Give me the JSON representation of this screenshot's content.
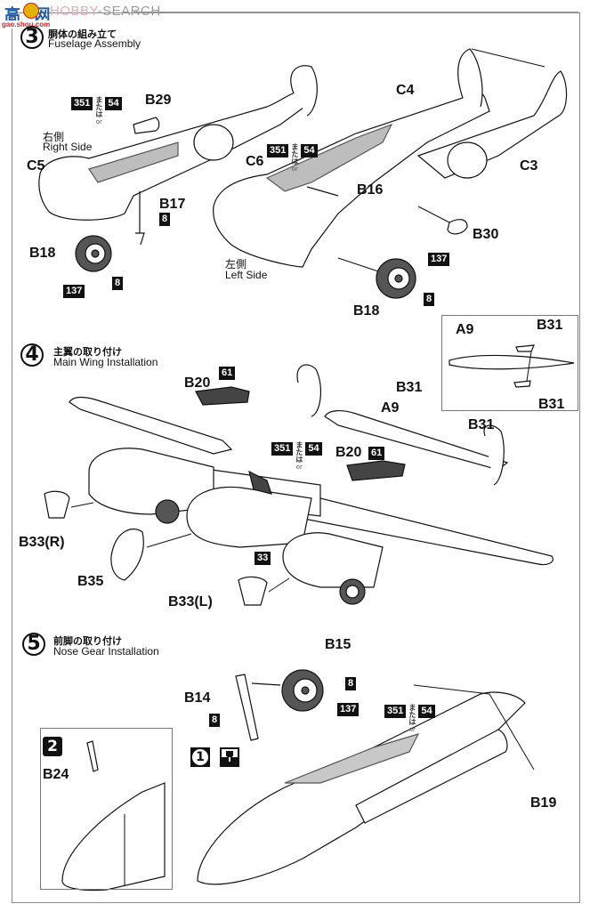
{
  "watermark": {
    "logo": "高",
    "logo2": "网",
    "brand_prefix": "HOBBY",
    "brand_suffix": "-SEARCH",
    "url": "gao.shou.com"
  },
  "steps": [
    {
      "number": "3",
      "title_jp": "胴体の組み立て",
      "title_en": "Fuselage Assembly",
      "labels": {
        "b29": "B29",
        "c5": "C5",
        "c6": "C6",
        "b17": "B17",
        "b18_left": "B18",
        "c4": "C4",
        "c3": "C3",
        "b16": "B16",
        "b30": "B30",
        "b18_right": "B18"
      },
      "sides": {
        "right_jp": "右側",
        "right_en": "Right Side",
        "left_jp": "左側",
        "left_en": "Left Side"
      },
      "paint_codes": {
        "p351": "351",
        "p54": "54",
        "p8": "8",
        "p137": "137"
      },
      "or_jp": "または",
      "or_en": "or"
    },
    {
      "number": "4",
      "title_jp": "主翼の取り付け",
      "title_en": "Main Wing Installation",
      "labels": {
        "b20_left": "B20",
        "b20_right": "B20",
        "b33r": "B33(R)",
        "b35": "B35",
        "b33l": "B33(L)",
        "a9": "A9",
        "b31": "B31",
        "b31_right": "B31",
        "inset_a9": "A9",
        "inset_b31_top": "B31",
        "inset_b31_bottom": "B31"
      },
      "paint_codes": {
        "p61": "61",
        "p351": "351",
        "p54": "54",
        "p33": "33"
      },
      "or_jp": "または",
      "or_en": "or"
    },
    {
      "number": "5",
      "title_jp": "前脚の取り付け",
      "title_en": "Nose Gear Installation",
      "labels": {
        "b15": "B15",
        "b14": "B14",
        "b24": "B24",
        "b19": "B19"
      },
      "paint_codes": {
        "p8_wheel": "8",
        "p137": "137",
        "p8_strut": "8",
        "p351": "351",
        "p54": "54"
      },
      "inset_step": "2",
      "main_step": "1",
      "or_jp": "または",
      "or_en": "or"
    }
  ]
}
